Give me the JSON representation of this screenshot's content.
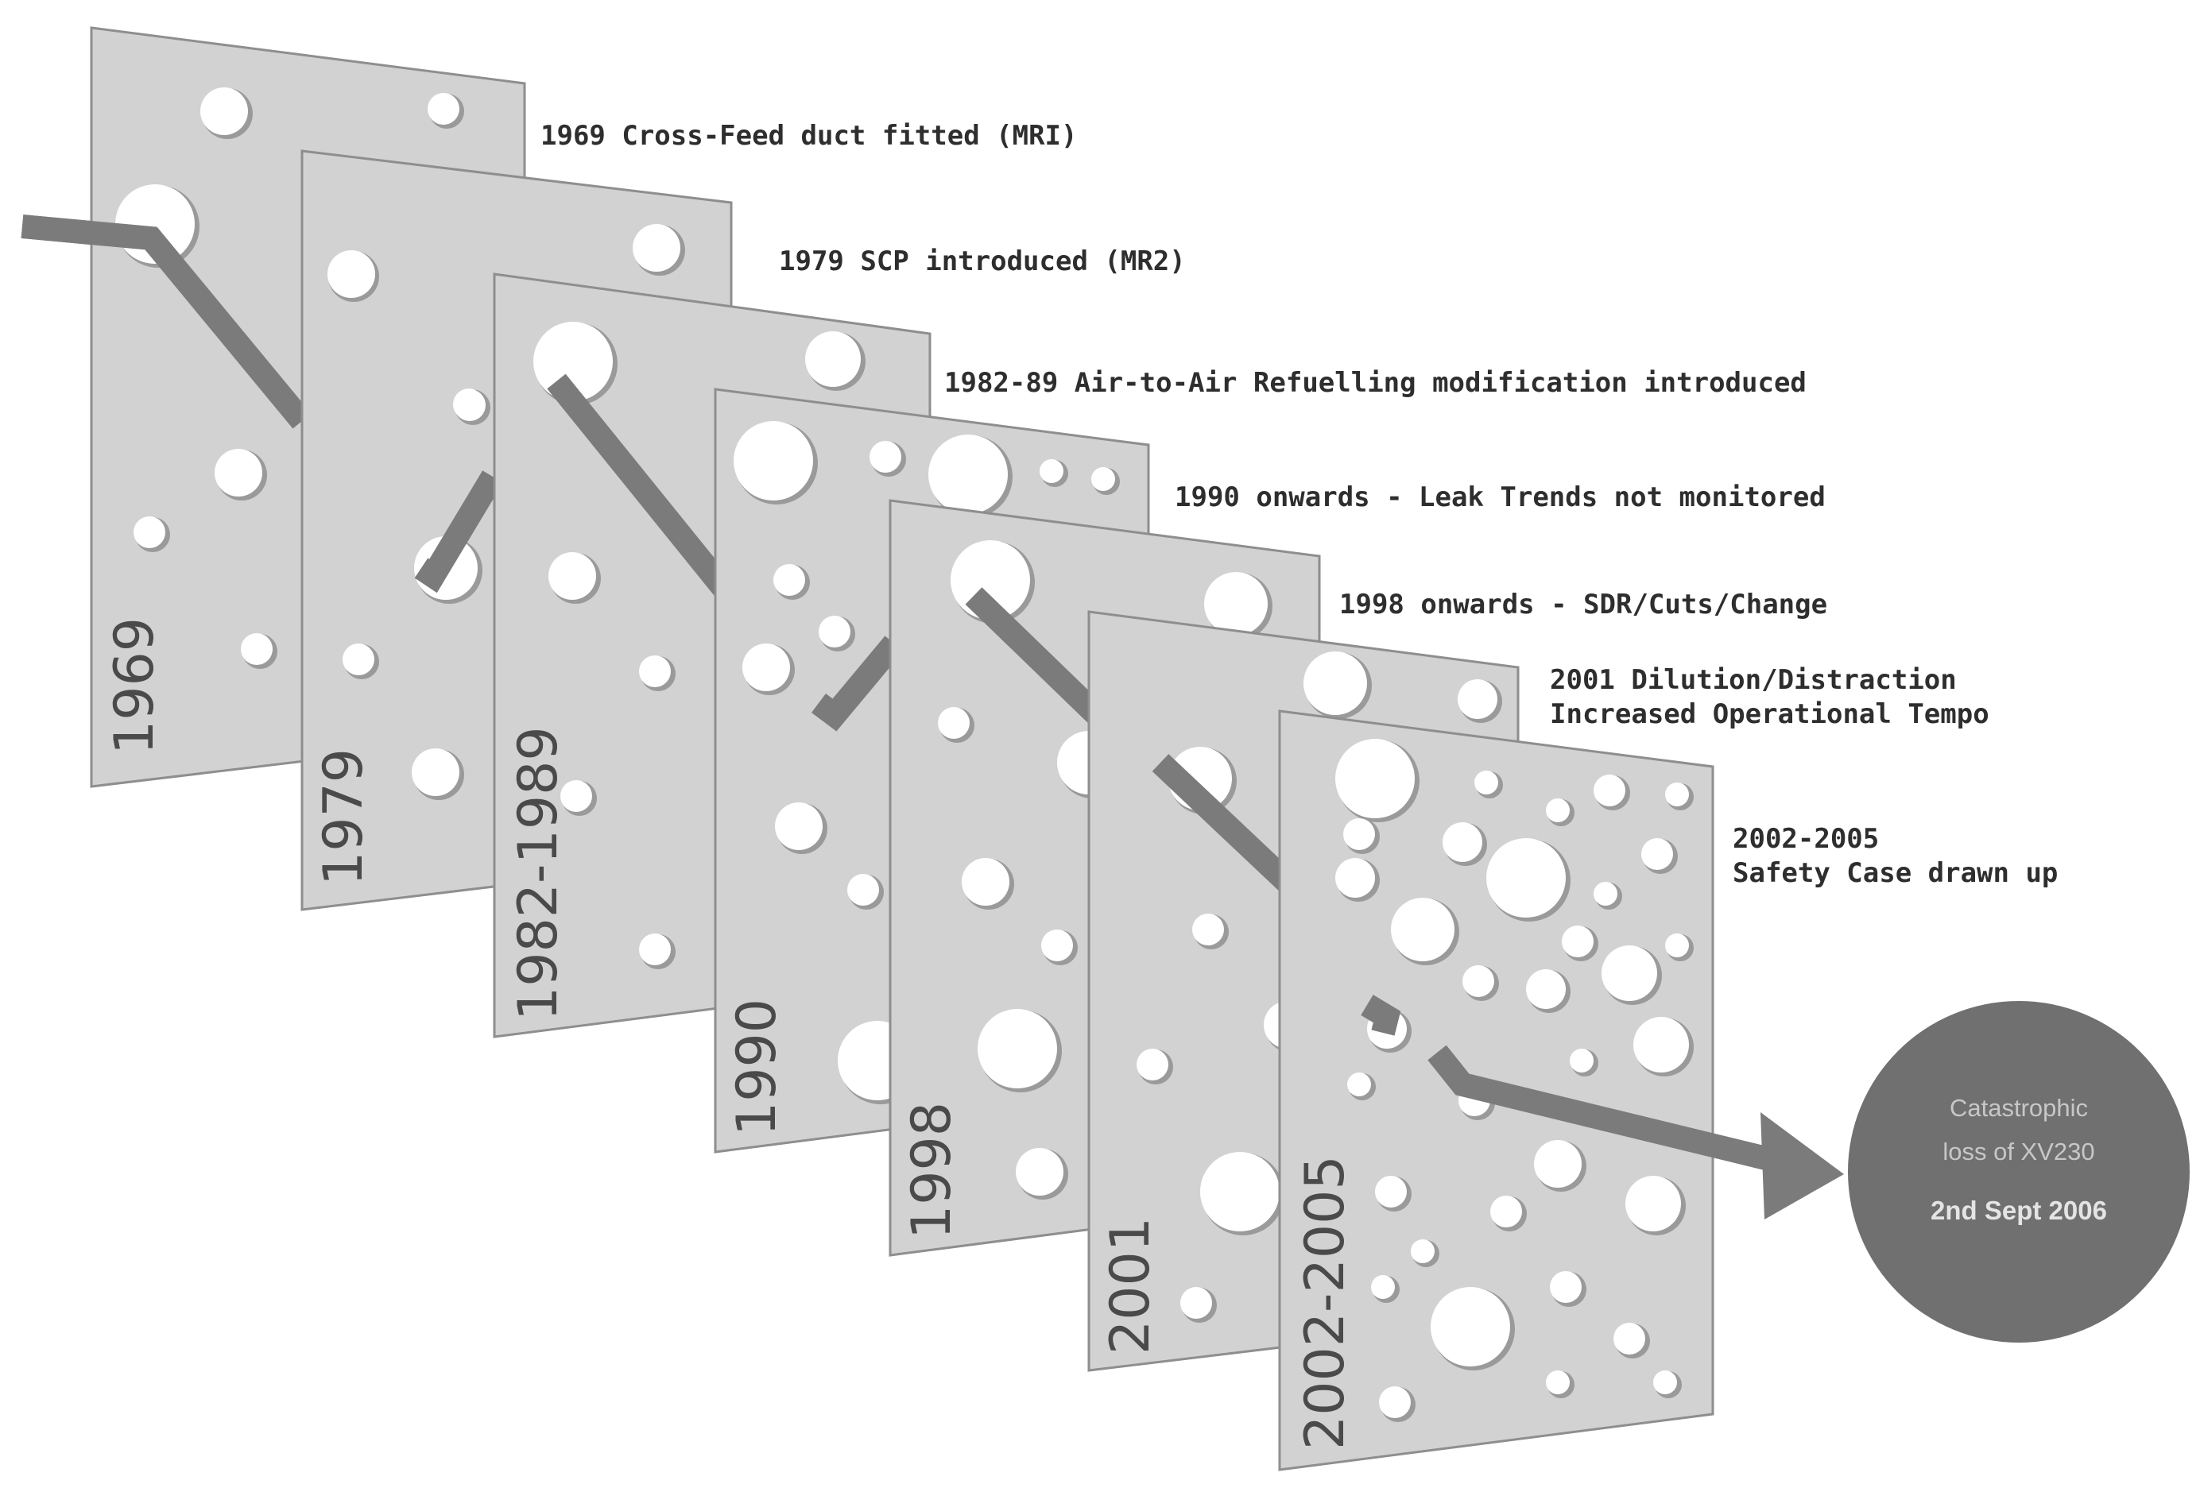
{
  "plates": [
    {
      "year": "1969",
      "label": [
        "1969 Cross-Feed duct fitted (MRI)"
      ]
    },
    {
      "year": "1979",
      "label": [
        "1979 SCP introduced (MR2)"
      ]
    },
    {
      "year": "1982-1989",
      "label": [
        "1982-89 Air-to-Air Refuelling modification introduced"
      ]
    },
    {
      "year": "1990",
      "label": [
        "1990 onwards - Leak Trends not monitored"
      ]
    },
    {
      "year": "1998",
      "label": [
        "1998 onwards - SDR/Cuts/Change"
      ]
    },
    {
      "year": "2001",
      "label": [
        "2001 Dilution/Distraction",
        "Increased Operational Tempo"
      ]
    },
    {
      "year": "2002-2005",
      "label": [
        "2002-2005",
        "Safety Case drawn up"
      ]
    }
  ],
  "outcome": {
    "line1": "Catastrophic",
    "line2": "loss of XV230",
    "date": "2nd Sept 2006"
  }
}
